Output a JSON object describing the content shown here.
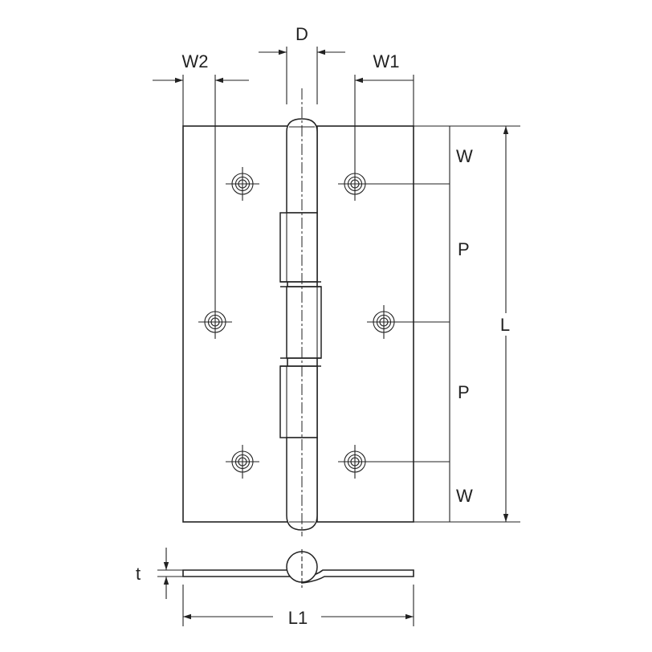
{
  "diagram": {
    "labels": {
      "D": "D",
      "W1": "W1",
      "W2": "W2",
      "W_top": "W",
      "P_upper": "P",
      "P_lower": "P",
      "W_bottom": "W",
      "L": "L",
      "L1": "L1",
      "t": "t"
    },
    "colors": {
      "line": "#222222",
      "background": "#ffffff"
    }
  }
}
